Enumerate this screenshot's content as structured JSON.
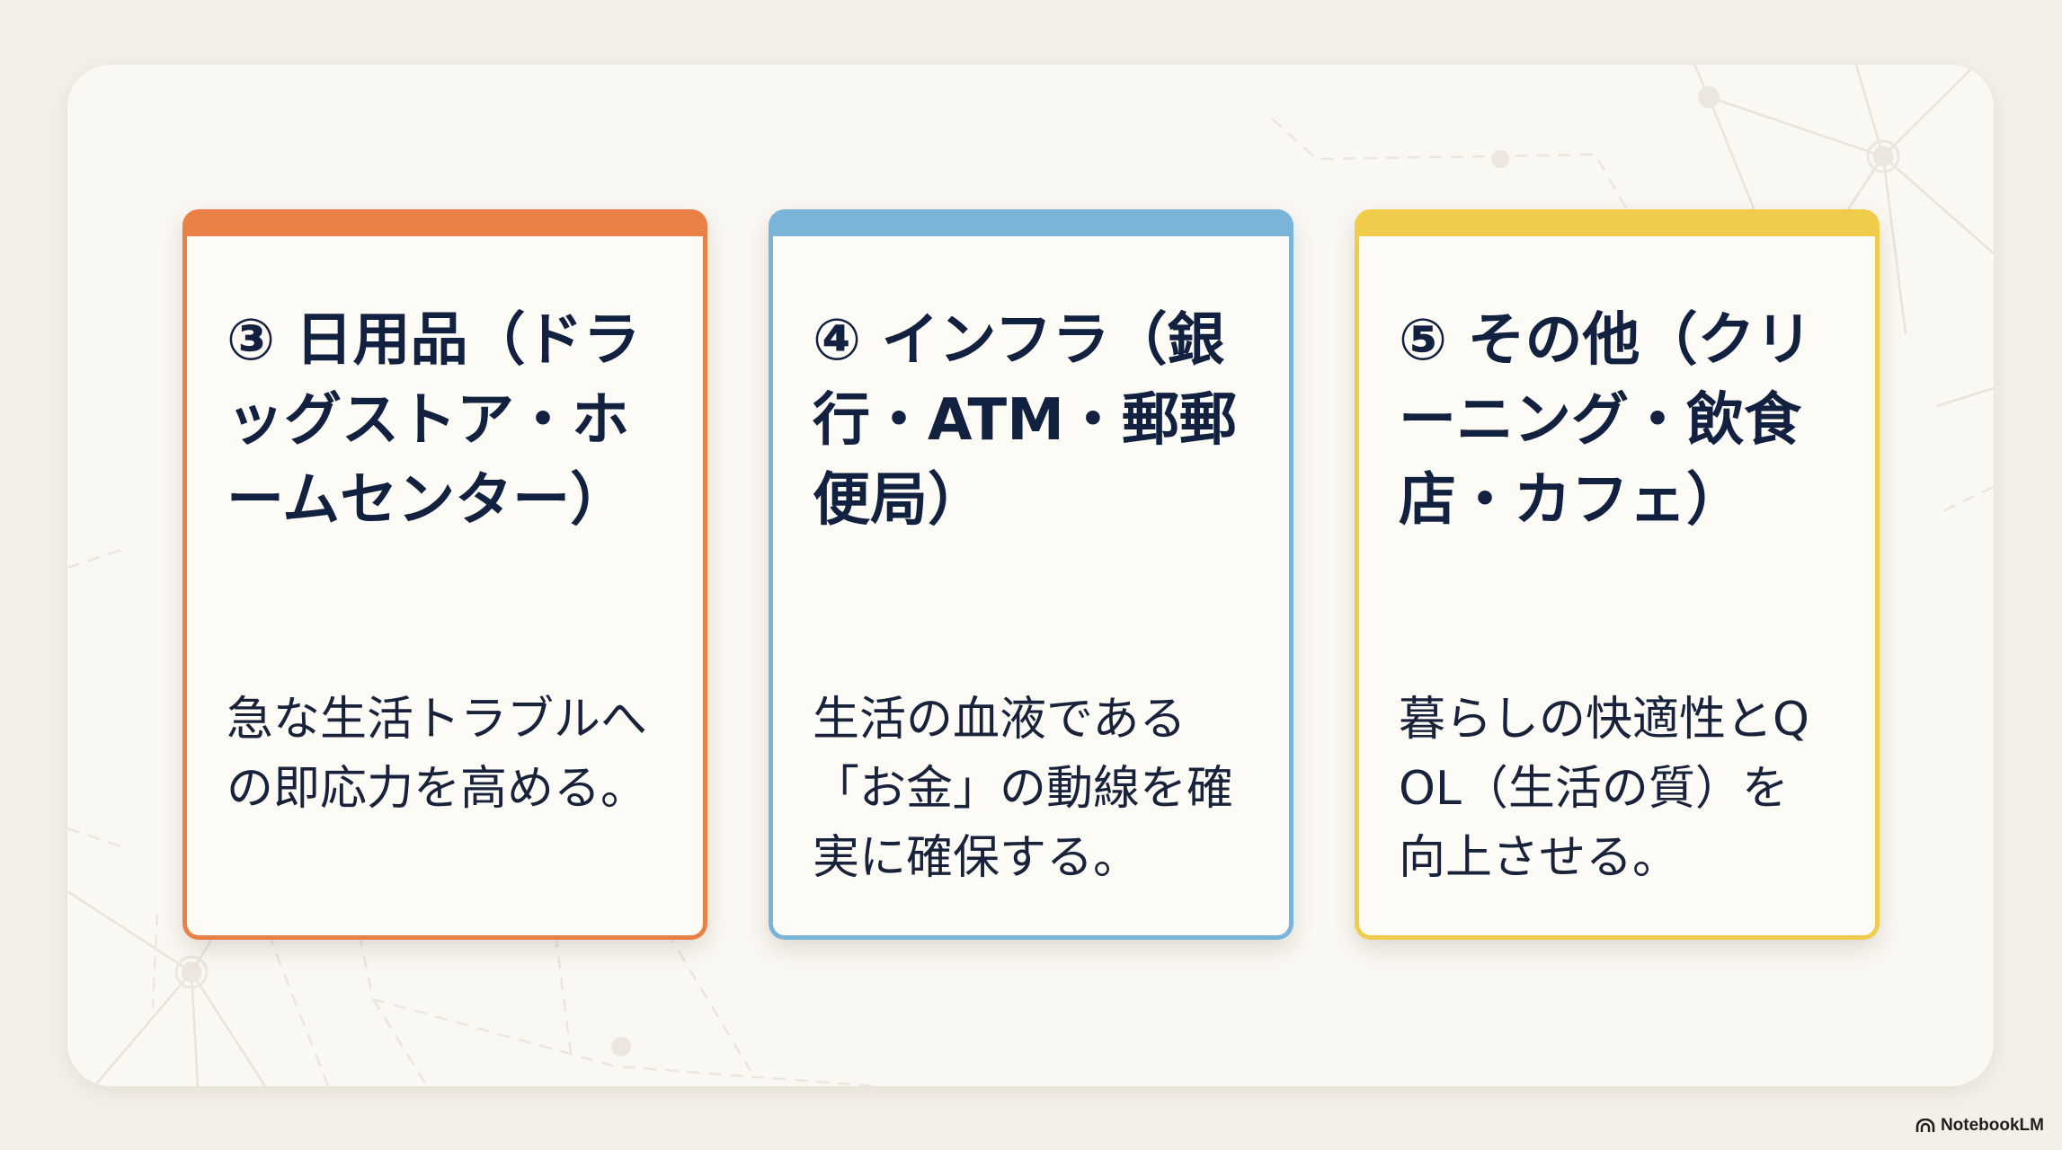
{
  "cards": [
    {
      "title": "③ 日用品（ドラッグストア・ホームセンター）",
      "body": "急な生活トラブルへの即応力を高める。",
      "accent": "#e98045"
    },
    {
      "title": "④ インフラ（銀行・ATM・郵郵便局）",
      "body": "生活の血液である「お金」の動線を確実に確保する。",
      "accent": "#7ab4d8"
    },
    {
      "title": "⑤ その他（クリーニング・飲食店・カフェ）",
      "body": "暮らしの快適性とQOL（生活の質）を向上させる。",
      "accent": "#efcd4a"
    }
  ],
  "watermark": {
    "label": "NotebookLM",
    "icon": "notebooklm-logo-icon"
  },
  "colors": {
    "background": "#f4f0e8",
    "panel": "#faf8f3",
    "text": "#12213f"
  }
}
